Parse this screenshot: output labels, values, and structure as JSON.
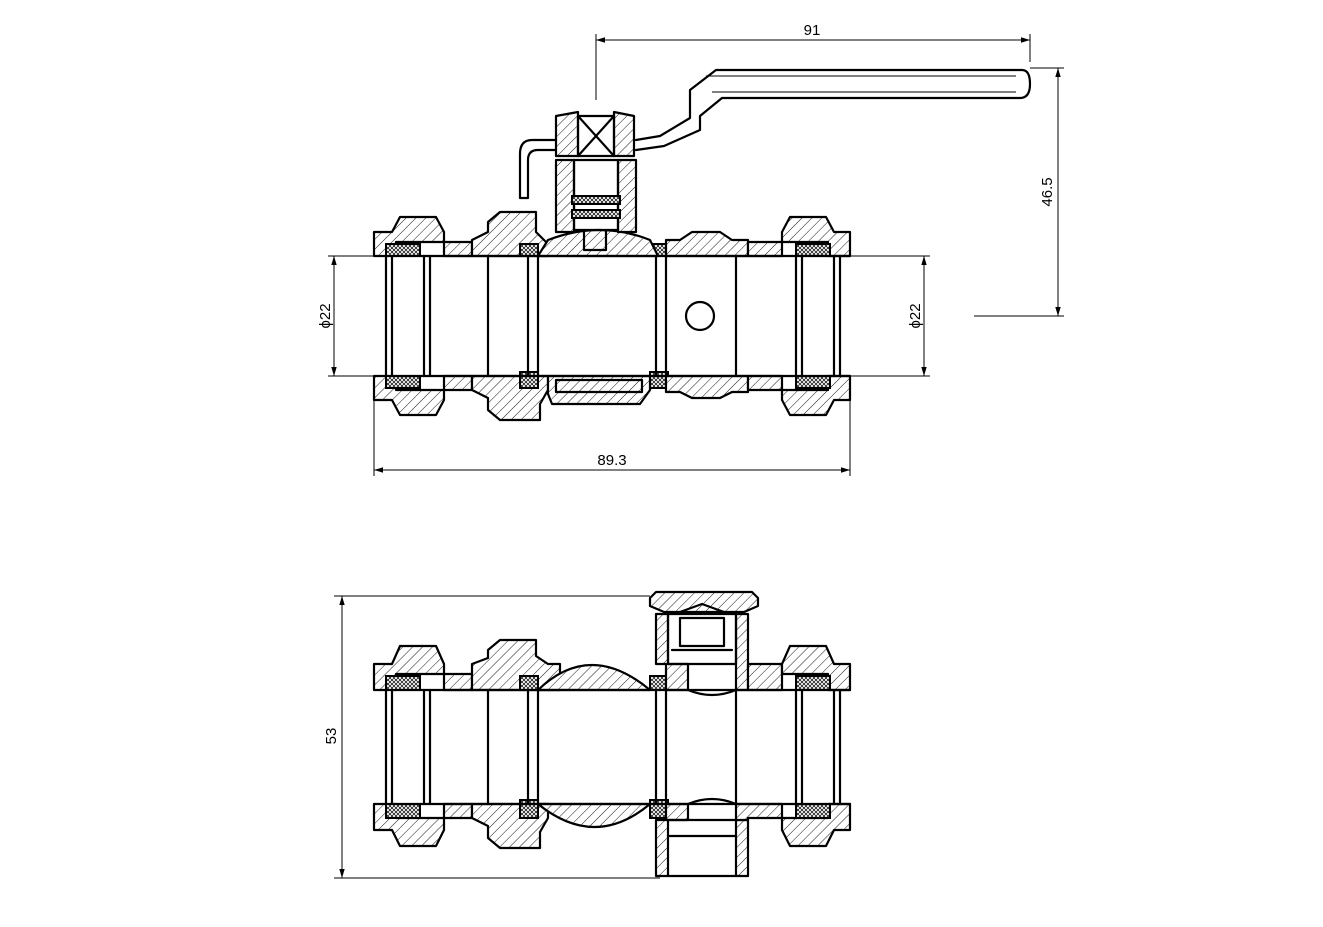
{
  "dimensions": {
    "handle_length": "91",
    "handle_height": "46.5",
    "bore_left": "ϕ22",
    "bore_right": "ϕ22",
    "body_length": "89.3",
    "overall_height": "53"
  }
}
